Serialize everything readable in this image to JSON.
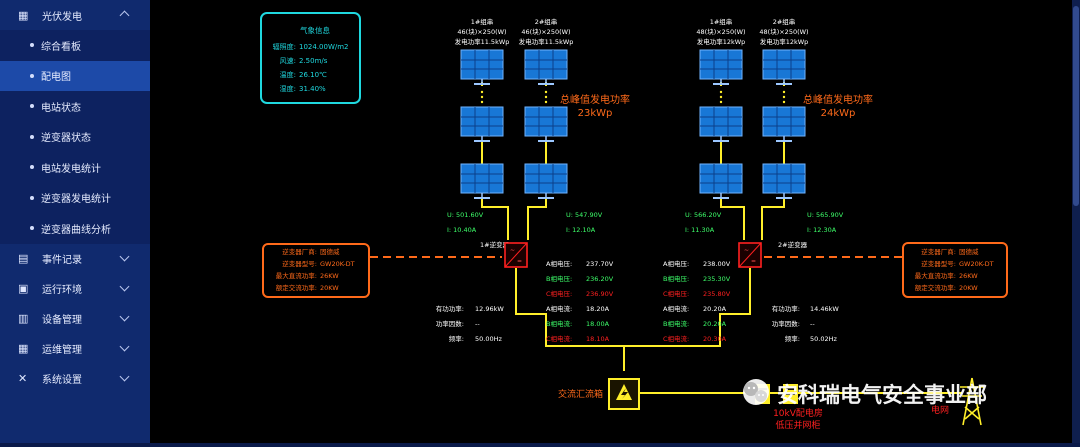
{
  "sidebar": {
    "top": {
      "label": "光伏发电",
      "icon": "grid-icon"
    },
    "subs": [
      "综合看板",
      "配电图",
      "电站状态",
      "逆变器状态",
      "电站发电统计",
      "逆变器发电统计",
      "逆变器曲线分析"
    ],
    "groups": [
      {
        "label": "事件记录",
        "icon": "document-icon"
      },
      {
        "label": "运行环境",
        "icon": "monitor-icon"
      },
      {
        "label": "设备管理",
        "icon": "table-icon"
      },
      {
        "label": "运维管理",
        "icon": "layout-icon"
      },
      {
        "label": "系统设置",
        "icon": "wrench-icon"
      }
    ]
  },
  "weather": {
    "title": "气象信息",
    "rows": [
      {
        "label": "辐照度:",
        "value": "1024.00W/m2"
      },
      {
        "label": "风速:",
        "value": "2.50m/s"
      },
      {
        "label": "温度:",
        "value": "26.10℃"
      },
      {
        "label": "湿度:",
        "value": "31.40%"
      }
    ]
  },
  "left": {
    "string1": [
      "1#组串",
      "46(块)×250(W)",
      "发电功率11.5kWp"
    ],
    "string2": [
      "2#组串",
      "46(块)×250(W)",
      "发电功率11.5kWp"
    ],
    "peak_title": "总峰值发电功率",
    "peak_value": "23kWp",
    "s1_u": "U:  501.60V",
    "s1_i": "I:  10.40A",
    "s2_u": "U:  547.90V",
    "s2_i": "I:  12.10A",
    "inverter_name": "1#逆变器",
    "info": [
      [
        "逆变器厂商:",
        "固德威"
      ],
      [
        "逆变器型号:",
        "GW20K-DT"
      ],
      [
        "最大直流功率:",
        "26KW"
      ],
      [
        "额定交流功率:",
        "20KW"
      ]
    ],
    "phase_v": [
      [
        "A相电压:",
        "237.70V"
      ],
      [
        "B相电压:",
        "236.20V"
      ],
      [
        "C相电压:",
        "236.90V"
      ]
    ],
    "phase_i": [
      [
        "A相电流:",
        "18.20A"
      ],
      [
        "B相电流:",
        "18.00A"
      ],
      [
        "C相电流:",
        "18.10A"
      ]
    ],
    "stats": [
      [
        "有功功率:",
        "12.96kW"
      ],
      [
        "功率因数:",
        "--"
      ],
      [
        "频率:",
        "50.00Hz"
      ]
    ]
  },
  "right": {
    "string1": [
      "1#组串",
      "48(块)×250(W)",
      "发电功率12kWp"
    ],
    "string2": [
      "2#组串",
      "48(块)×250(W)",
      "发电功率12kWp"
    ],
    "peak_title": "总峰值发电功率",
    "peak_value": "24kWp",
    "s1_u": "U:  566.20V",
    "s1_i": "I:  11.30A",
    "s2_u": "U:  565.90V",
    "s2_i": "I:  12.30A",
    "inverter_name": "2#逆变器",
    "info": [
      [
        "逆变器厂商:",
        "固德威"
      ],
      [
        "逆变器型号:",
        "GW20K-DT"
      ],
      [
        "最大直流功率:",
        "26KW"
      ],
      [
        "额定交流功率:",
        "20KW"
      ]
    ],
    "phase_v": [
      [
        "A相电压:",
        "238.00V"
      ],
      [
        "B相电压:",
        "235.30V"
      ],
      [
        "C相电压:",
        "235.80V"
      ]
    ],
    "phase_i": [
      [
        "A相电流:",
        "20.20A"
      ],
      [
        "B相电流:",
        "20.20A"
      ],
      [
        "C相电流:",
        "20.30A"
      ]
    ],
    "stats": [
      [
        "有功功率:",
        "14.46kW"
      ],
      [
        "功率因数:",
        "--"
      ],
      [
        "频率:",
        "50.02Hz"
      ]
    ]
  },
  "ac_box": "交流汇流箱",
  "cabinet": [
    "10kV配电房",
    "低压并网柜"
  ],
  "grid": "电网",
  "watermark": "安科瑞电气安全事业部",
  "colors": {
    "yellow": "#ffef2a",
    "orange": "#ff6a1a",
    "cyan": "#1fd8df",
    "green": "#3dff6a",
    "red": "#ff2020",
    "panel": "#1877d6"
  }
}
